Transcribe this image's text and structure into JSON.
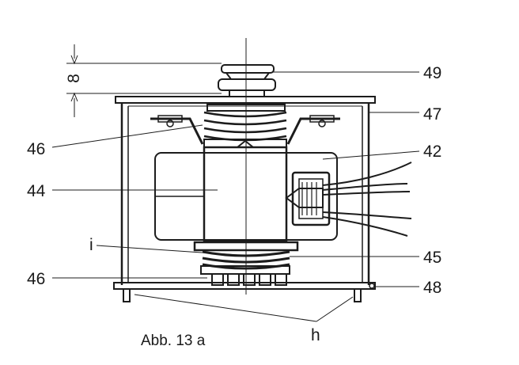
{
  "figure": {
    "caption": "Abb. 13 a",
    "callouts": {
      "c49": "49",
      "c47": "47",
      "c42": "42",
      "c46_top": "46",
      "c44": "44",
      "c_i": "i",
      "c45": "45",
      "c46_bottom": "46",
      "c48": "48",
      "c_h": "h",
      "dim_8": "8"
    }
  }
}
